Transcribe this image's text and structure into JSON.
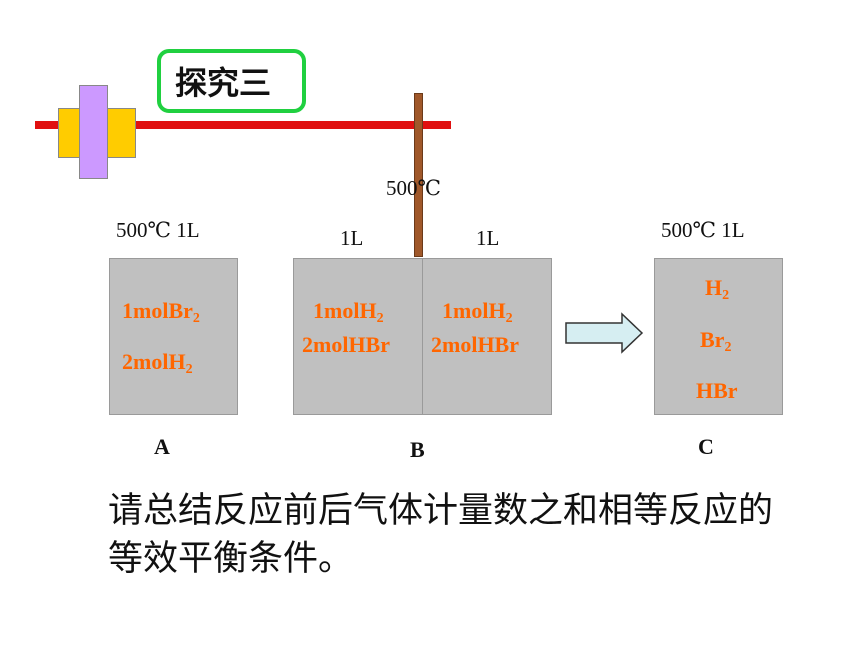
{
  "title": "探究三",
  "top_temp": "500℃",
  "container_a": {
    "label": "500℃ 1L",
    "line1_main": "1molBr",
    "line1_sub": "2",
    "line2_main": "2molH",
    "line2_sub": "2",
    "letter": "A"
  },
  "container_b": {
    "left_label": "1L",
    "right_label": "1L",
    "left_line1_main": "1molH",
    "left_line1_sub": "2",
    "left_line2": "2molHBr",
    "right_line1_main": "1molH",
    "right_line1_sub": "2",
    "right_line2": "2molHBr",
    "letter": "B"
  },
  "container_c": {
    "label": "500℃ 1L",
    "line1_main": "H",
    "line1_sub": "2",
    "line2_main": "Br",
    "line2_sub": "2",
    "line3": "HBr",
    "letter": "C"
  },
  "colors": {
    "chem_text": "#ff6600",
    "box_fill": "#c0c0c0",
    "rod": "#e01010",
    "title_border": "#20d040"
  },
  "summary": "请总结反应前后气体计量数之和相等反应的等效平衡条件。"
}
